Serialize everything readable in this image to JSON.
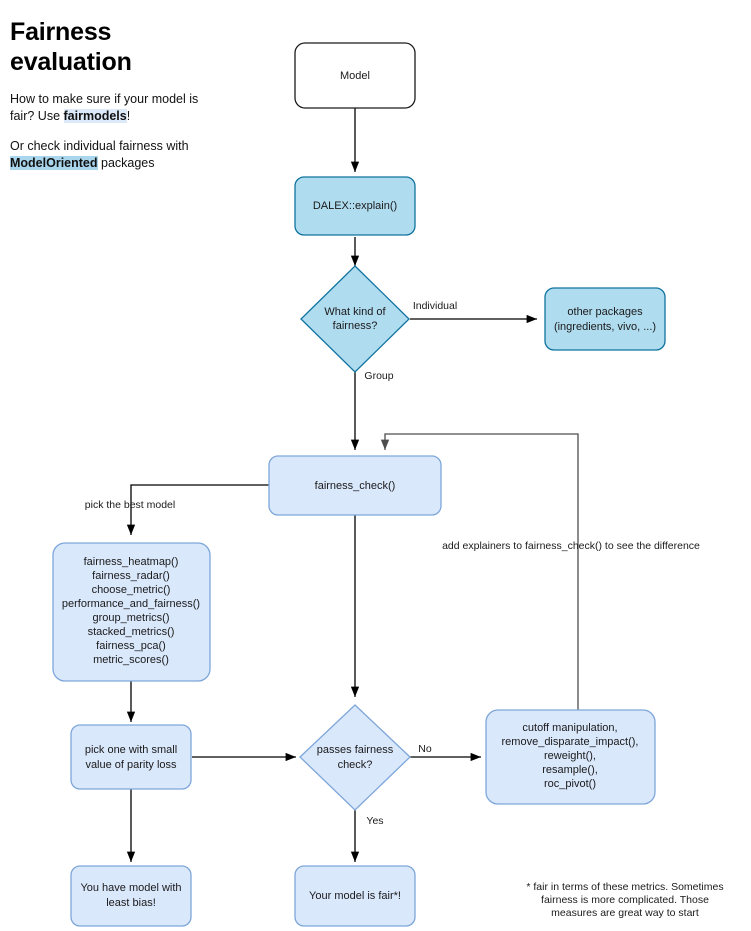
{
  "panel": {
    "title": "Fairness evaluation",
    "para1_pre": "How to make sure if your model is fair? Use ",
    "para1_hl": "fairmodels",
    "para1_post": "!",
    "para2_pre": "Or check individual fairness with ",
    "para2_hl": "ModelOriented",
    "para2_post": " packages"
  },
  "colors": {
    "cyan_fill": "#b0dcf0",
    "cyan_stroke": "#10739e",
    "blue_fill": "#dae8fc",
    "blue_stroke": "#7ea6d9",
    "white_fill": "#ffffff",
    "white_stroke": "#1a1a1a",
    "edge": "#000000",
    "edge_gray": "#4d4d4d",
    "highlight_light": "#dce9f8",
    "highlight_strong": "#a9d6ec"
  },
  "nodes": {
    "model": {
      "label": "Model"
    },
    "explain": {
      "label": "DALEX::explain()"
    },
    "kind": {
      "label_line1": "What kind of",
      "label_line2": "fairness?"
    },
    "other_packages": {
      "label_line1": "other packages",
      "label_line2": "(ingredients, vivo, ...)"
    },
    "fairness_check": {
      "label": "fairness_check()"
    },
    "functions": {
      "lines": [
        "fairness_heatmap()",
        "fairness_radar()",
        "choose_metric()",
        "performance_and_fairness()",
        "group_metrics()",
        "stacked_metrics()",
        "fairness_pca()",
        "metric_scores()"
      ]
    },
    "pick_small": {
      "label_line1": "pick one with small",
      "label_line2": "value of parity loss"
    },
    "passes": {
      "label_line1": "passes fairness",
      "label_line2": "check?"
    },
    "mitigation": {
      "lines": [
        "cutoff manipulation,",
        "remove_disparate_impact(),",
        "reweight(),",
        "resample(),",
        "roc_pivot()"
      ]
    },
    "least_bias": {
      "label_line1": "You have model with",
      "label_line2": "least bias!"
    },
    "fair": {
      "label": "Your model is fair*!"
    }
  },
  "edge_labels": {
    "individual": "Individual",
    "group": "Group",
    "pick_best_model": "pick the best model",
    "add_explainers": "add explainers to fairness_check() to see the difference",
    "no": "No",
    "yes": "Yes"
  },
  "footnote": {
    "line1": "* fair in terms of these metrics. Sometimes",
    "line2": "fairness is more complicated. Those",
    "line3": "measures are great way to start"
  }
}
